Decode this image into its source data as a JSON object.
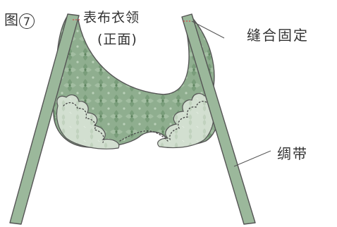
{
  "figure": {
    "label": "图",
    "number": "7"
  },
  "labels": {
    "collar_face": "表布衣领",
    "collar_face_sub": "(正面)",
    "stitch_fix": "缝合固定",
    "tie_strap": "绸带"
  },
  "colors": {
    "collar_outer_fabric": "#8fae8f",
    "collar_lining_fabric": "#d2dfd0",
    "strap": "#9bb89b",
    "outline": "#555555",
    "stitch_dots": "#444444",
    "stitch_marker": "#d24a4a",
    "text": "#333333"
  }
}
